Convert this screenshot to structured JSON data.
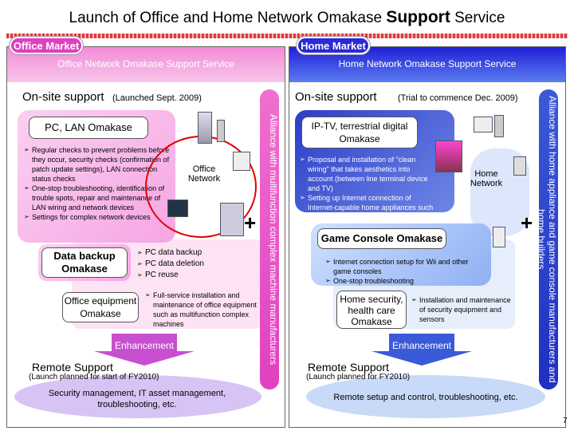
{
  "title": {
    "prefix": "Launch of Office and Home Network Omakase ",
    "bold": "Support",
    "suffix": " Service"
  },
  "office": {
    "market_label": "Office Market",
    "service_title": "Office Network Omakase Support Service",
    "onsite": {
      "heading": "On-site support",
      "note": "(Launched Sept. 2009)"
    },
    "pc_lan": {
      "title": "PC, LAN Omakase",
      "items": [
        "Regular checks to prevent problems before they occur, security checks (confirmation of patch update settings), LAN connection status checks",
        "One-stop troubleshooting, identification of trouble spots, repair and maintenance of LAN wiring and network devices",
        "Settings for complex network devices"
      ]
    },
    "network_label_1": "Office",
    "network_label_2": "Network",
    "data_backup": {
      "title_1": "Data backup",
      "title_2": "Omakase",
      "items": [
        "PC data backup",
        "PC data deletion",
        "PC reuse"
      ]
    },
    "equipment": {
      "title_1": "Office equipment",
      "title_2": "Omakase",
      "items": [
        "Full-service installation and maintenance of office equipment such as multifunction complex machines"
      ]
    },
    "alliance": "Alliance with multifunction complex machine manufacturers",
    "enhancement": "Enhancement",
    "remote": {
      "heading": "Remote Support",
      "note": "(Launch planned for start of FY2010)",
      "desc": "Security management, IT asset management, troubleshooting, etc."
    }
  },
  "home": {
    "market_label": "Home Market",
    "service_title": "Home Network Omakase Support Service",
    "onsite": {
      "heading": "On-site support",
      "note": "(Trial to commence Dec. 2009)"
    },
    "iptv": {
      "title_1": "IP-TV, terrestrial digital",
      "title_2": "Omakase",
      "items": [
        "Proposal and installation of \"clean wiring\" that takes aesthetics into account (between line terminal device and TV)",
        "Setting up Internet connection of Internet-capable home appliances such as IP-TVs"
      ]
    },
    "network_label_1": "Home",
    "network_label_2": "Network",
    "game": {
      "title": "Game Console Omakase",
      "items": [
        "Internet connection setup for Wii and other game consoles",
        "One-stop troubleshooting"
      ]
    },
    "security": {
      "title_1": "Home security,",
      "title_2": "health care",
      "title_3": "Omakase",
      "items": [
        "Installation and maintenance of security equipment and sensors"
      ]
    },
    "alliance": "Alliance with home appliance and game console manufacturers and home builders",
    "enhancement": "Enhancement",
    "remote": {
      "heading": "Remote Support",
      "note": "(Launch planned for FY2010)",
      "desc": "Remote setup and control, troubleshooting, etc."
    }
  },
  "plus_sign": "+",
  "page_number": "7",
  "colors": {
    "pink": "#f58ad8",
    "blue": "#1f1fd6",
    "red": "#e03a3a"
  }
}
